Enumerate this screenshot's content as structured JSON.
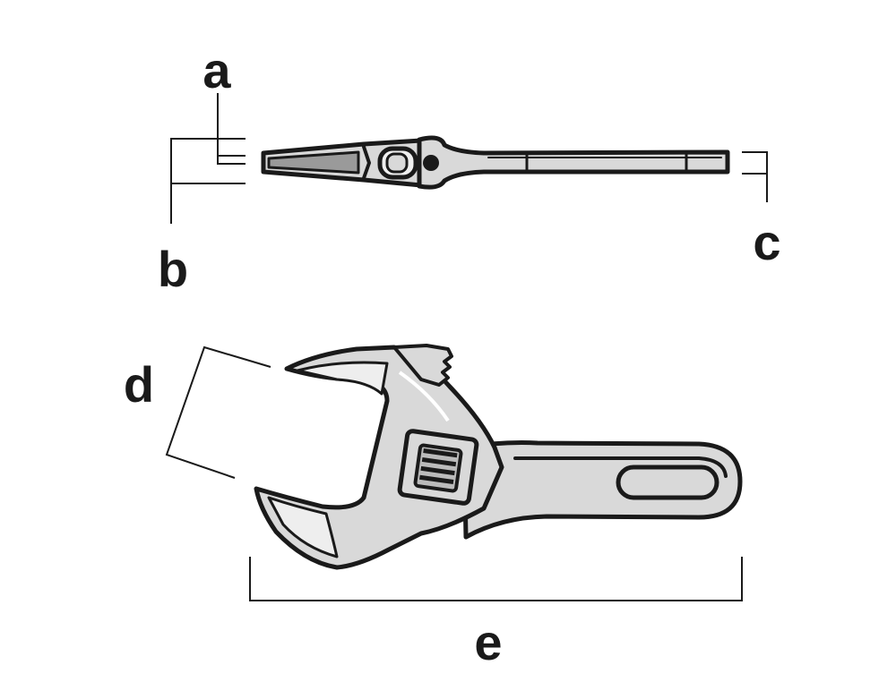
{
  "diagram": {
    "labels": {
      "a": "a",
      "b": "b",
      "c": "c",
      "d": "d",
      "e": "e"
    }
  },
  "colors": {
    "line": "#1a1a1a",
    "body_fill": "#d9d9d9",
    "highlight": "#ffffff",
    "background": "#ffffff"
  }
}
